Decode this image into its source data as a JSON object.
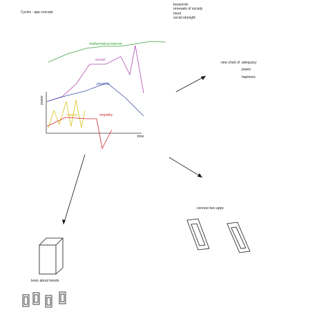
{
  "title": "Cycles - app concept",
  "keywords": {
    "heading": "keywords:",
    "items": [
      "renewals of society",
      "meet",
      "social strength"
    ]
  },
  "sketch": {
    "y_axis_label": "power",
    "x_axis_label": "time",
    "series": [
      {
        "name": "mathematical interest",
        "color": "#3aa33a"
      },
      {
        "name": "sexual",
        "color": "#b04ab0"
      },
      {
        "name": "physical",
        "color": "#3a4fa8"
      },
      {
        "name": "mattas",
        "color": "#d9c21a"
      },
      {
        "name": "empathy",
        "color": "#cc2a2a"
      }
    ]
  },
  "new_chart": {
    "label": "new chart of",
    "items": [
      "adequacy",
      "power",
      "hapiness"
    ]
  },
  "connect_label": "connect two apps",
  "trends_label": "learn about trends"
}
